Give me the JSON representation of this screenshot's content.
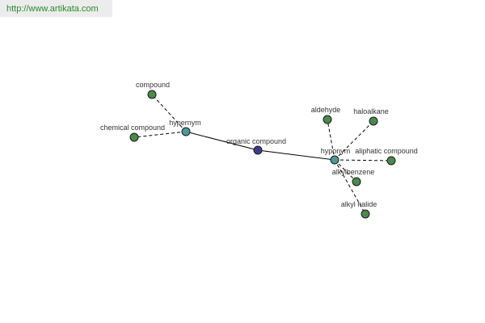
{
  "header": {
    "url": "http://www.artikata.com"
  },
  "colors": {
    "center_node": "#3c3c8c",
    "relation_node": "#4a9a9a",
    "leaf_node": "#4a8a4a",
    "link_text": "#2a8a2a",
    "edge": "#000000"
  },
  "graph": {
    "center": "organic compound",
    "nodes": [
      {
        "id": "organic-compound",
        "label": "organic compound",
        "kind": "center"
      },
      {
        "id": "hypernym",
        "label": "hypernym",
        "kind": "relation"
      },
      {
        "id": "hyponym",
        "label": "hyponym",
        "kind": "relation"
      },
      {
        "id": "compound",
        "label": "compound",
        "kind": "leaf"
      },
      {
        "id": "chemical-compound",
        "label": "chemical compound",
        "kind": "leaf"
      },
      {
        "id": "aldehyde",
        "label": "aldehyde",
        "kind": "leaf"
      },
      {
        "id": "haloalkane",
        "label": "haloalkane",
        "kind": "leaf"
      },
      {
        "id": "aliphatic-compound",
        "label": "aliphatic compound",
        "kind": "leaf"
      },
      {
        "id": "alkylbenzene",
        "label": "alkylbenzene",
        "kind": "leaf"
      },
      {
        "id": "alkyl-halide",
        "label": "alkyl halide",
        "kind": "leaf"
      }
    ],
    "edges": [
      {
        "from": "organic-compound",
        "to": "hypernym",
        "style": "solid"
      },
      {
        "from": "organic-compound",
        "to": "hyponym",
        "style": "solid"
      },
      {
        "from": "hypernym",
        "to": "compound",
        "style": "dashed"
      },
      {
        "from": "hypernym",
        "to": "chemical-compound",
        "style": "dashed"
      },
      {
        "from": "hyponym",
        "to": "aldehyde",
        "style": "dashed"
      },
      {
        "from": "hyponym",
        "to": "haloalkane",
        "style": "dashed"
      },
      {
        "from": "hyponym",
        "to": "aliphatic-compound",
        "style": "dashed"
      },
      {
        "from": "hyponym",
        "to": "alkylbenzene",
        "style": "dashed"
      },
      {
        "from": "hyponym",
        "to": "alkyl-halide",
        "style": "dashed"
      }
    ]
  }
}
